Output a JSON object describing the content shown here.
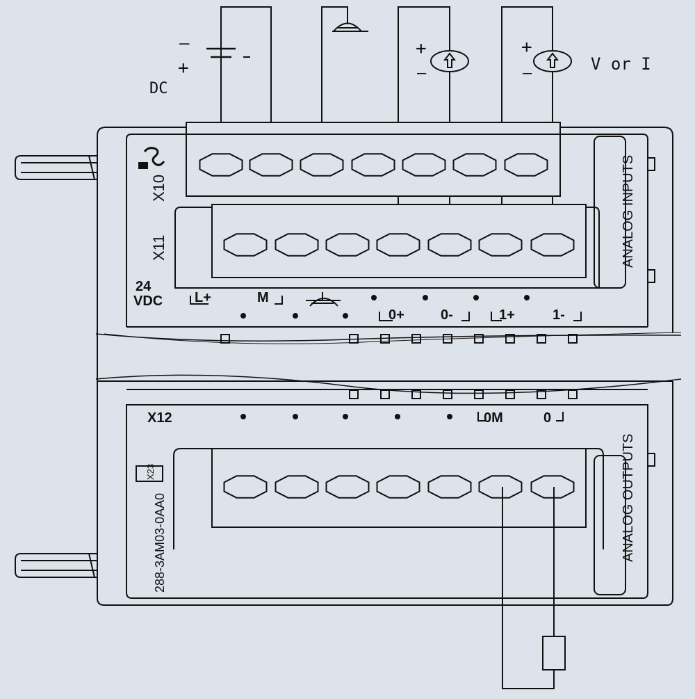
{
  "supply": {
    "minus": "—",
    "plus": "+",
    "label": "DC"
  },
  "inputs": {
    "source0_plus": "+",
    "source0_minus": "—",
    "source1_plus": "+",
    "source1_minus": "—",
    "source_label": "V or I"
  },
  "module_top": {
    "connector_x10": "X10",
    "connector_x11": "X11",
    "supply_voltage_line1": "24",
    "supply_voltage_line2": "VDC",
    "terminal_lplus": "L+",
    "terminal_m": "M",
    "terminal_0plus": "0+",
    "terminal_0minus": "0-",
    "terminal_1plus": "1+",
    "terminal_1minus": "1-",
    "side_label": "ANALOG INPUTS"
  },
  "module_bottom": {
    "connector_x12": "X12",
    "terminal_0m": "0M",
    "terminal_0": "0",
    "part_number": "288-3AM03-0AA0",
    "version_box": "X23",
    "side_label": "ANALOG OUTPUTS"
  },
  "colors": {
    "background": "#dce3ea",
    "line": "#111111"
  }
}
